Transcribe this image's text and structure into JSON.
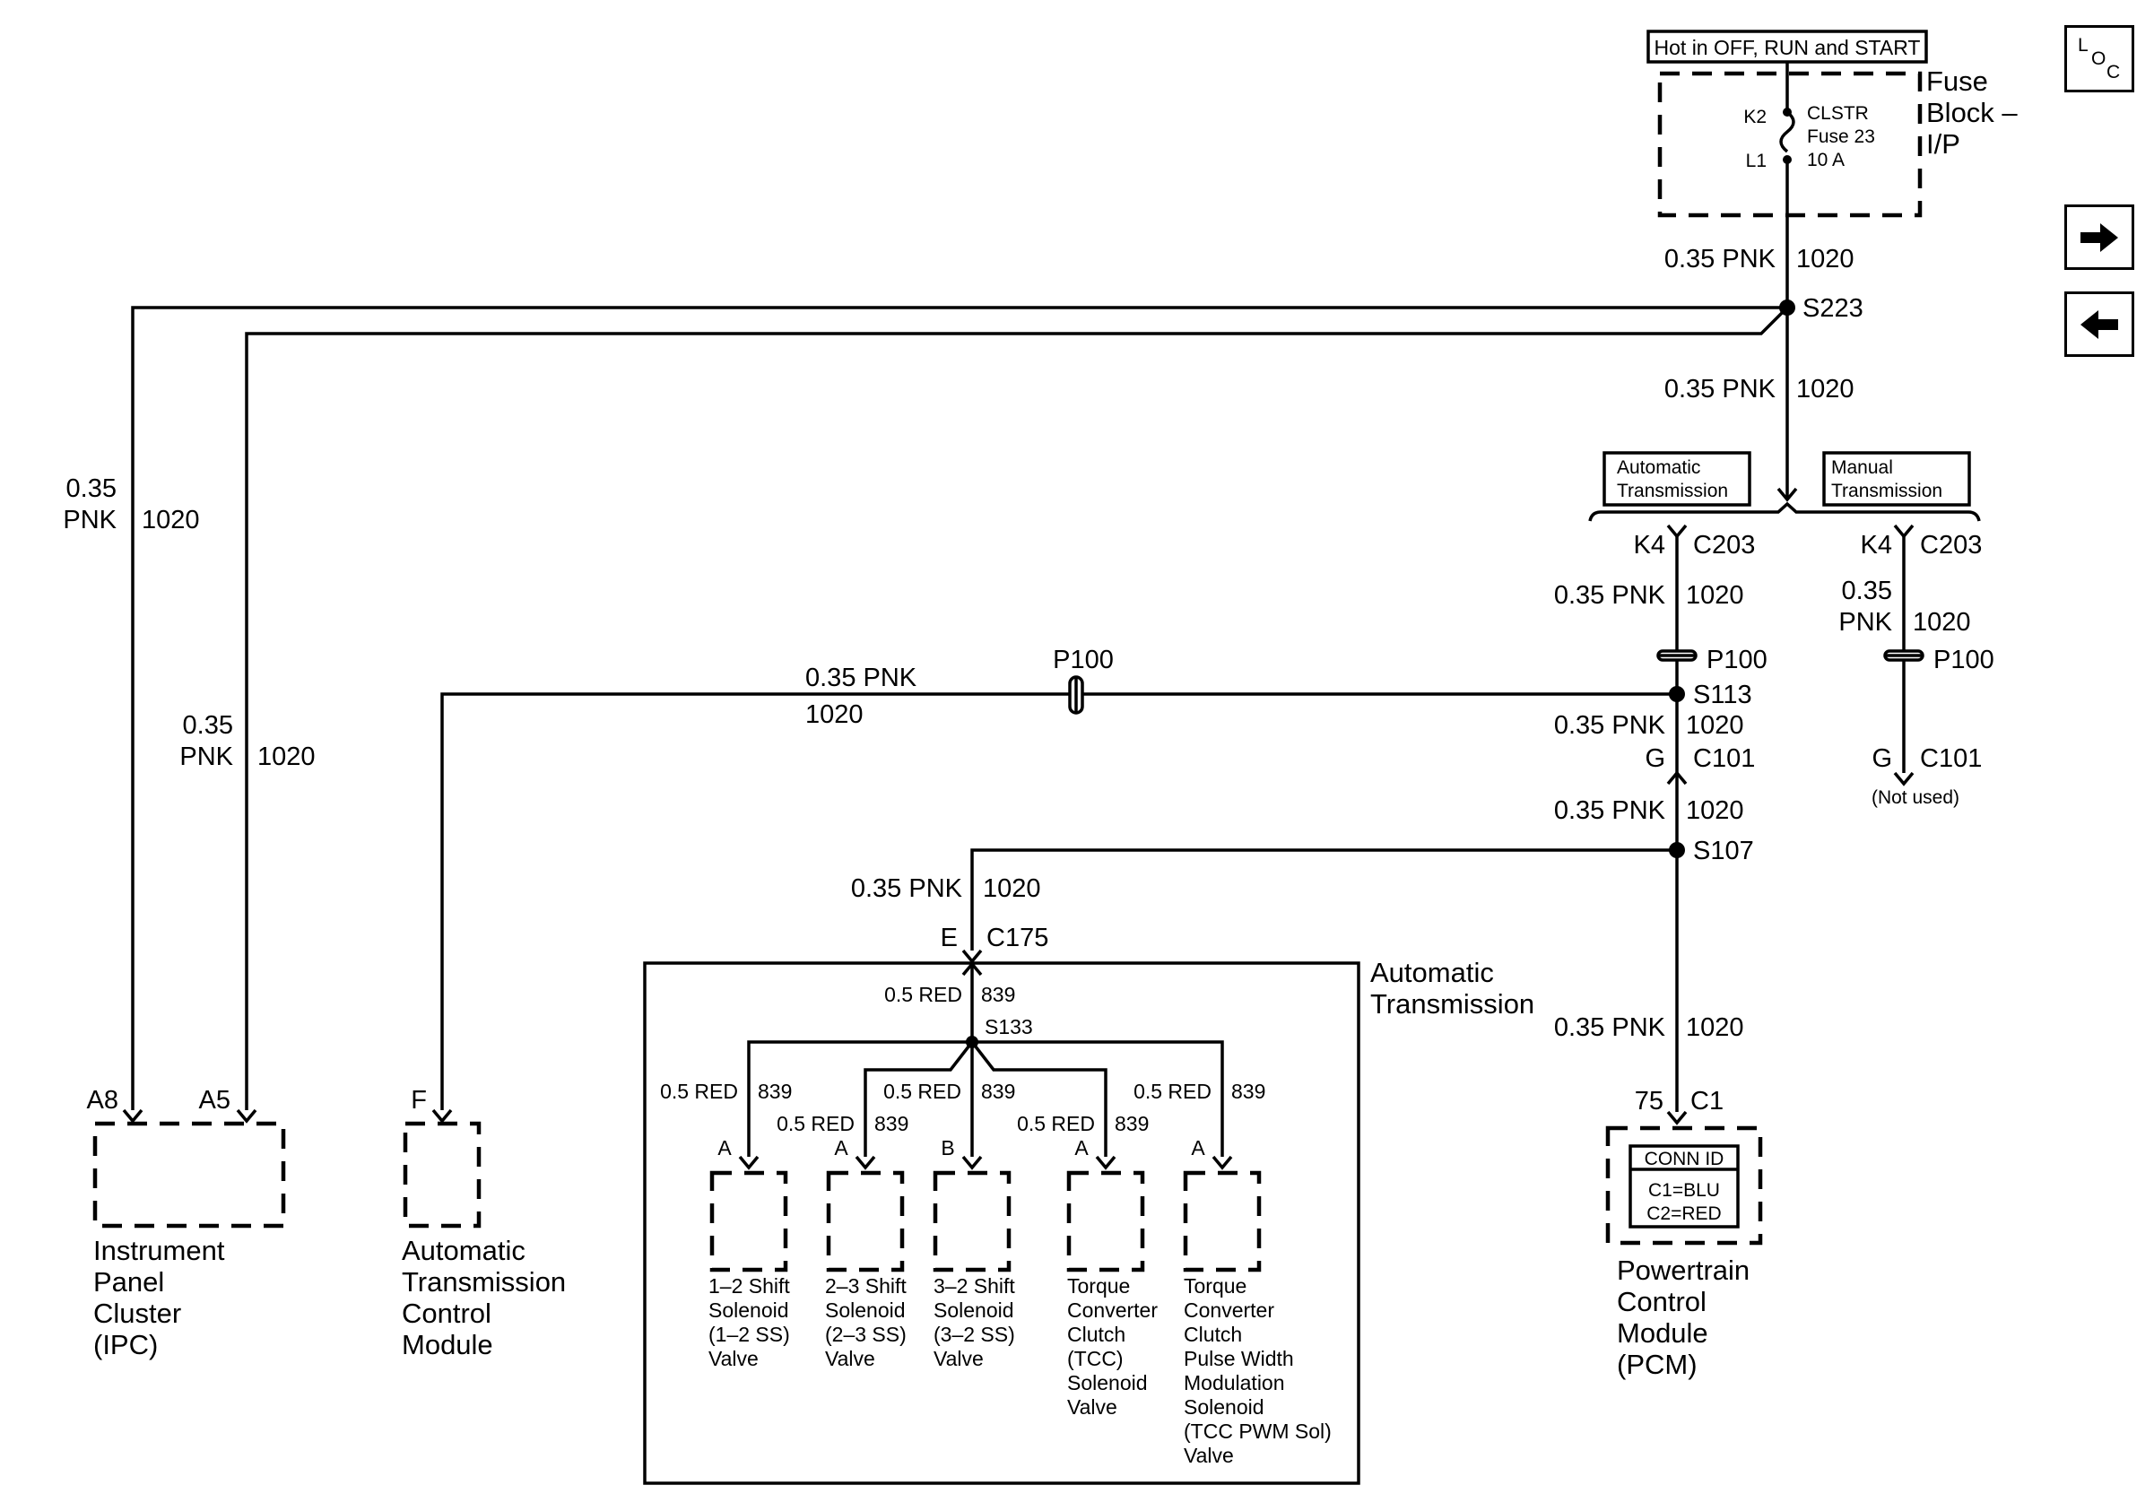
{
  "fuse_block": {
    "hot_label": "Hot in OFF, RUN and START",
    "title_lines": [
      "Fuse",
      "Block –",
      "I/P"
    ],
    "pin_top": "K2",
    "pin_bottom": "L1",
    "fuse_lines": [
      "CLSTR",
      "Fuse 23",
      "10 A"
    ]
  },
  "wire": {
    "gauge_color": "0.35 PNK",
    "gauge": "0.35",
    "color": "PNK",
    "circuit": "1020"
  },
  "wire_red": {
    "gauge_color": "0.5 RED",
    "circuit": "839"
  },
  "splices": {
    "s223": "S223",
    "s113": "S113",
    "s107": "S107",
    "s133": "S133"
  },
  "options": {
    "auto": [
      "Automatic",
      "Transmission"
    ],
    "manual": [
      "Manual",
      "Transmission"
    ]
  },
  "connectors": {
    "k4": "K4",
    "c203": "C203",
    "p100": "P100",
    "g": "G",
    "c101": "C101",
    "not_used": "(Not used)",
    "e": "E",
    "c175": "C175",
    "pin75": "75",
    "c1": "C1",
    "a8": "A8",
    "a5": "A5",
    "f": "F",
    "a": "A",
    "b": "B"
  },
  "auto_trans_label": [
    "Automatic",
    "Transmission"
  ],
  "modules": {
    "ipc": [
      "Instrument",
      "Panel",
      "Cluster",
      "(IPC)"
    ],
    "tcm": [
      "Automatic",
      "Transmission",
      "Control",
      "Module"
    ],
    "pcm": [
      "Powertrain",
      "Control",
      "Module",
      "(PCM)"
    ]
  },
  "conn_id": {
    "title": "CONN ID",
    "c1": "C1=BLU",
    "c2": "C2=RED"
  },
  "solenoids": {
    "s12": [
      "1–2 Shift",
      "Solenoid",
      "(1–2 SS)",
      "Valve"
    ],
    "s23": [
      "2–3 Shift",
      "Solenoid",
      "(2–3 SS)",
      "Valve"
    ],
    "s32": [
      "3–2 Shift",
      "Solenoid",
      "(3–2 SS)",
      "Valve"
    ],
    "tcc": [
      "Torque",
      "Converter",
      "Clutch",
      "(TCC)",
      "Solenoid",
      "Valve"
    ],
    "pwm": [
      "Torque",
      "Converter",
      "Clutch",
      "Pulse Width",
      "Modulation",
      "Solenoid",
      "(TCC PWM Sol)",
      "Valve"
    ]
  },
  "nav": {
    "loc_icon": "location-icon",
    "loc_parts": [
      "L",
      "O",
      "C"
    ],
    "next_icon": "arrow-right-icon",
    "prev_icon": "arrow-left-icon"
  }
}
